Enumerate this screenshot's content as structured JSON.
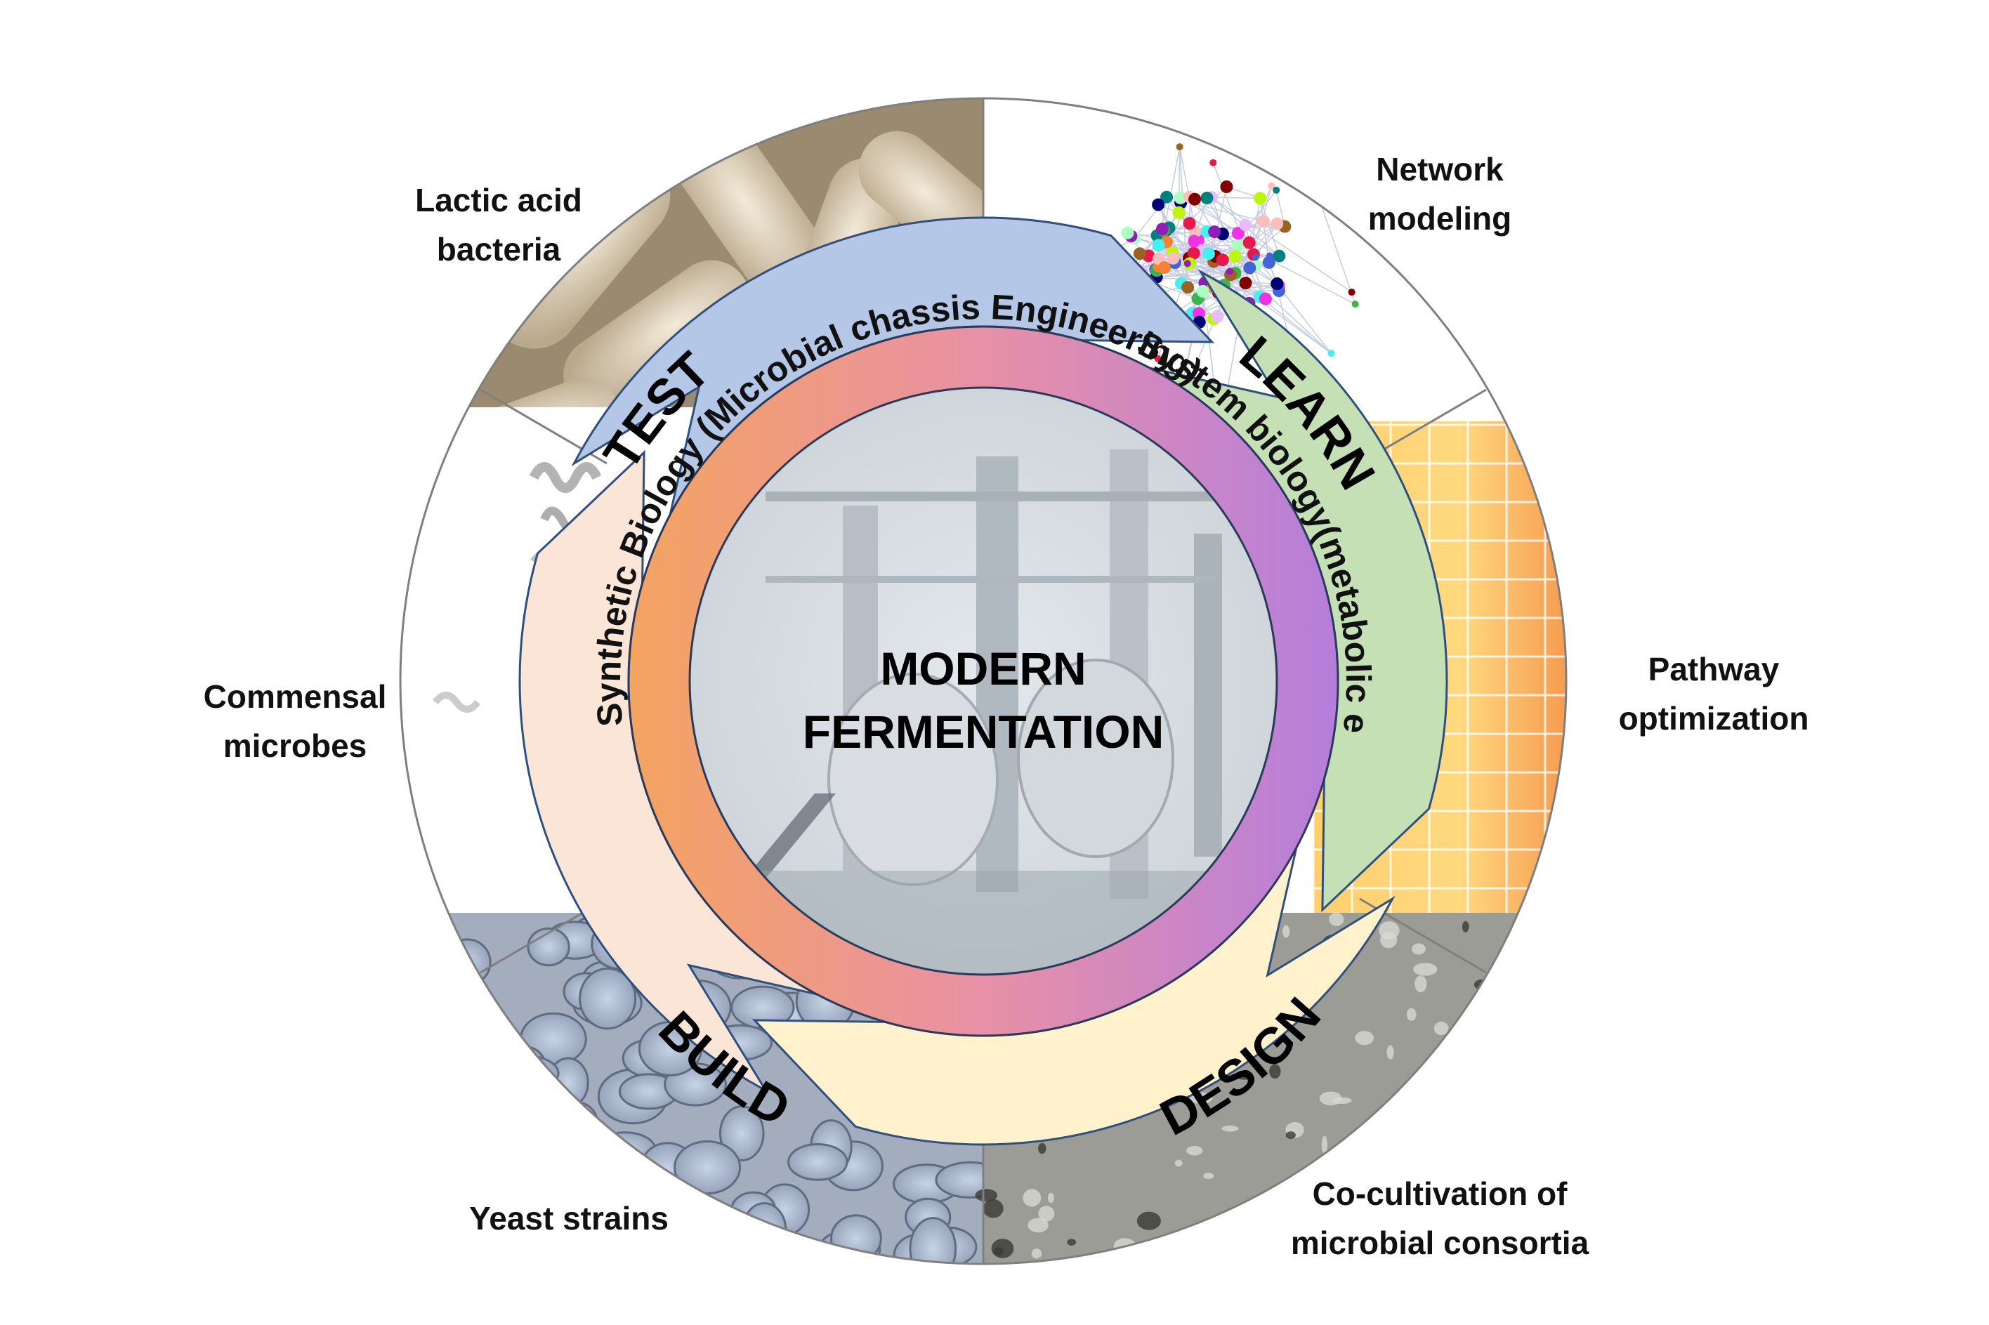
{
  "diagram": {
    "center": {
      "lines": [
        "MODERN",
        "FERMENTATION"
      ]
    },
    "cycle": [
      {
        "id": "test",
        "label": "TEST",
        "color": "#b4c7e7"
      },
      {
        "id": "learn",
        "label": "LEARN",
        "color": "#c5e0b4"
      },
      {
        "id": "design",
        "label": "DESIGN",
        "color": "#fff2cc"
      },
      {
        "id": "build",
        "label": "BUILD",
        "color": "#fbe5d6"
      }
    ],
    "inner_ring": {
      "left_text": "Synthetic Biology (Microbial chassis Engineering)",
      "right_text": "System biology(metabolic engineering)",
      "gradient_left": "#f4a460",
      "gradient_mid": "#e890a6",
      "gradient_right": "#b57edc"
    },
    "outer_labels": [
      {
        "id": "lactic",
        "lines": [
          "Lactic acid",
          "bacteria"
        ]
      },
      {
        "id": "network",
        "lines": [
          "Network",
          "modeling"
        ]
      },
      {
        "id": "commensal",
        "lines": [
          "Commensal",
          "microbes"
        ]
      },
      {
        "id": "pathway",
        "lines": [
          "Pathway",
          "optimization"
        ]
      },
      {
        "id": "yeast",
        "lines": [
          "Yeast strains"
        ]
      },
      {
        "id": "cocult",
        "lines": [
          "Co-cultivation of",
          "microbial consortia"
        ]
      }
    ],
    "photo_icons": [
      "lactic-bacteria-image",
      "network-graph-image",
      "commensal-microbes-image",
      "pathway-grid-image",
      "yeast-cells-image",
      "consortia-image",
      "fermentation-plant-image"
    ]
  }
}
